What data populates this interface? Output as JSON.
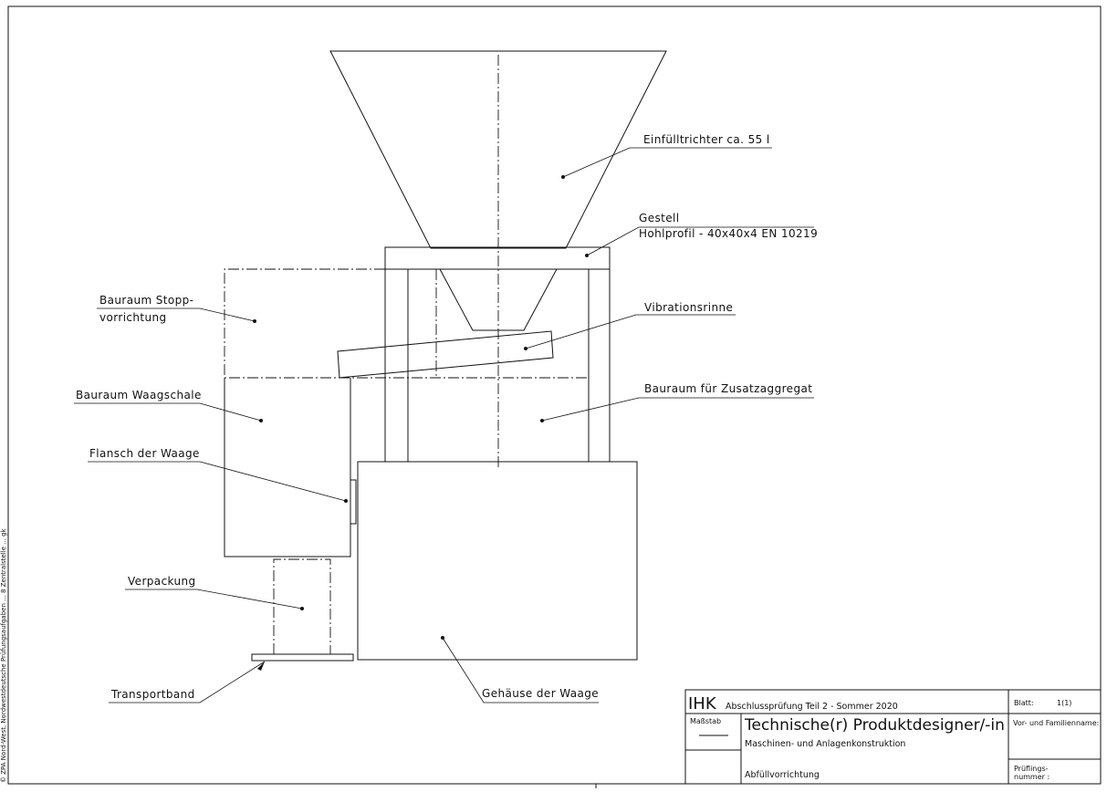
{
  "labels": {
    "einfuelltrichter": "Einfülltrichter ca. 55 l",
    "gestell_1": "Gestell",
    "gestell_2": "Hohlprofil - 40x40x4 EN 10219",
    "bauraum_stopp_1": "Bauraum Stopp-",
    "bauraum_stopp_2": "vorrichtung",
    "vibrationsrinne": "Vibrationsrinne",
    "bauraum_waagschale": "Bauraum Waagschale",
    "bauraum_zusatz": "Bauraum für Zusatzaggregat",
    "flansch": "Flansch der Waage",
    "verpackung": "Verpackung",
    "transportband": "Transportband",
    "gehaeuse": "Gehäuse der Waage"
  },
  "title_block": {
    "org": "IHK",
    "exam": "Abschlussprüfung Teil 2 - Sommer 2020",
    "blatt_label": "Blatt:",
    "blatt_value": "1(1)",
    "massstab_label": "Maßstab",
    "profession": "Technische(r) Produktdesigner/-in",
    "specialty": "Maschinen- und Anlagenkonstruktion",
    "name_label": "Vor- und Familienname:",
    "drawing_title": "Abfüllvorrichtung",
    "pruefling_label_1": "Prüflings-",
    "pruefling_label_2": "nummer :"
  },
  "side_note": "© ZPA Nord-West, Nordwestdeutsche Prüfungsaufgaben ... 8 Zentralstelle ... gk"
}
